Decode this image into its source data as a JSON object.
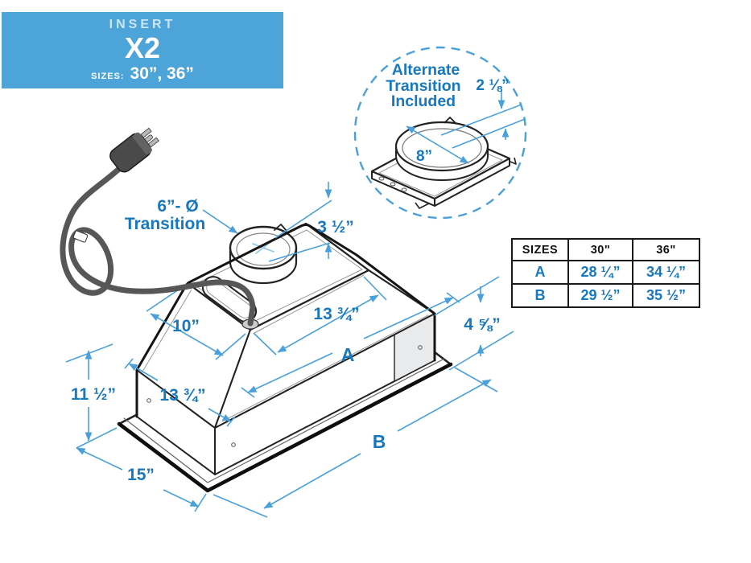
{
  "banner": {
    "title": "INSERT",
    "model": "X2",
    "sizes_label": "SIZES:",
    "sizes_value": "30”, 36”"
  },
  "callout": {
    "title_lines": [
      "Alternate",
      "Transition",
      "Included"
    ],
    "height_dim": "2 ⅛”",
    "diameter_dim": "8”"
  },
  "diagram": {
    "transition_label": {
      "line1": "6”- Ø",
      "line2": "Transition"
    },
    "dims": {
      "collar_height": "3 ½”",
      "top_width": "13 ¾”",
      "top_depth": "10”",
      "width_a": "A",
      "body_height": "4 ⅝”",
      "overall_height": "11 ½”",
      "left_depth": "13 ¾”",
      "width_b": "B",
      "flange_depth": "15”"
    }
  },
  "table": {
    "headers": [
      "SIZES",
      "30\"",
      "36\""
    ],
    "rows": [
      {
        "label": "A",
        "col30": "28 ¼”",
        "col36": "34 ¼”"
      },
      {
        "label": "B",
        "col30": "29 ½”",
        "col36": "35 ½”"
      }
    ]
  },
  "colors": {
    "banner_bg": "#4DA4D9",
    "dim_text_blue": "#1878BE",
    "dim_line_blue": "#4AA0DA",
    "line_dark": "#222222"
  }
}
